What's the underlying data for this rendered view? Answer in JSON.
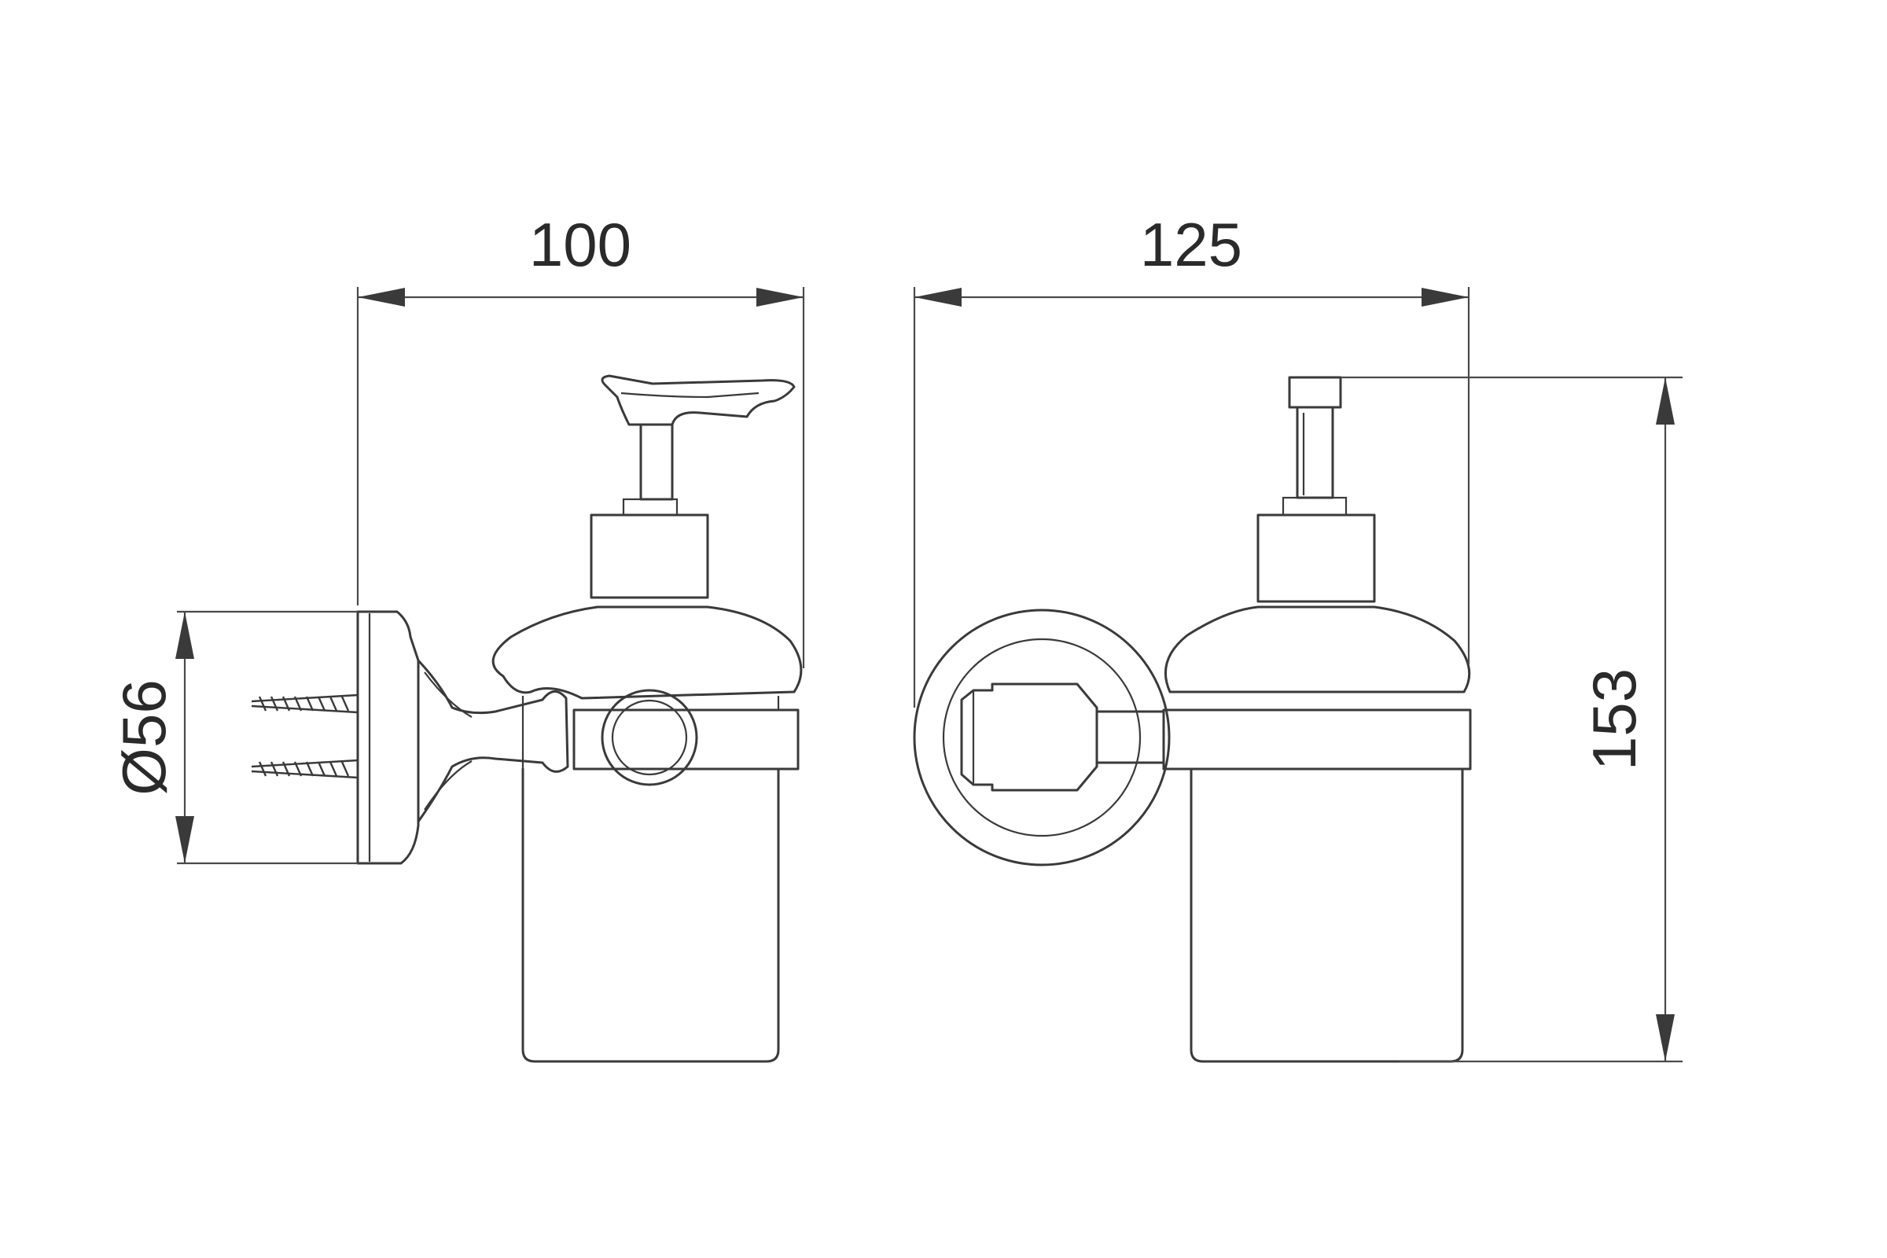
{
  "dimensions": {
    "side_width": "100",
    "front_width": "125",
    "height": "153",
    "diameter": "Ø56"
  },
  "colors": {
    "line": "#3a3a3a",
    "background": "#ffffff"
  }
}
